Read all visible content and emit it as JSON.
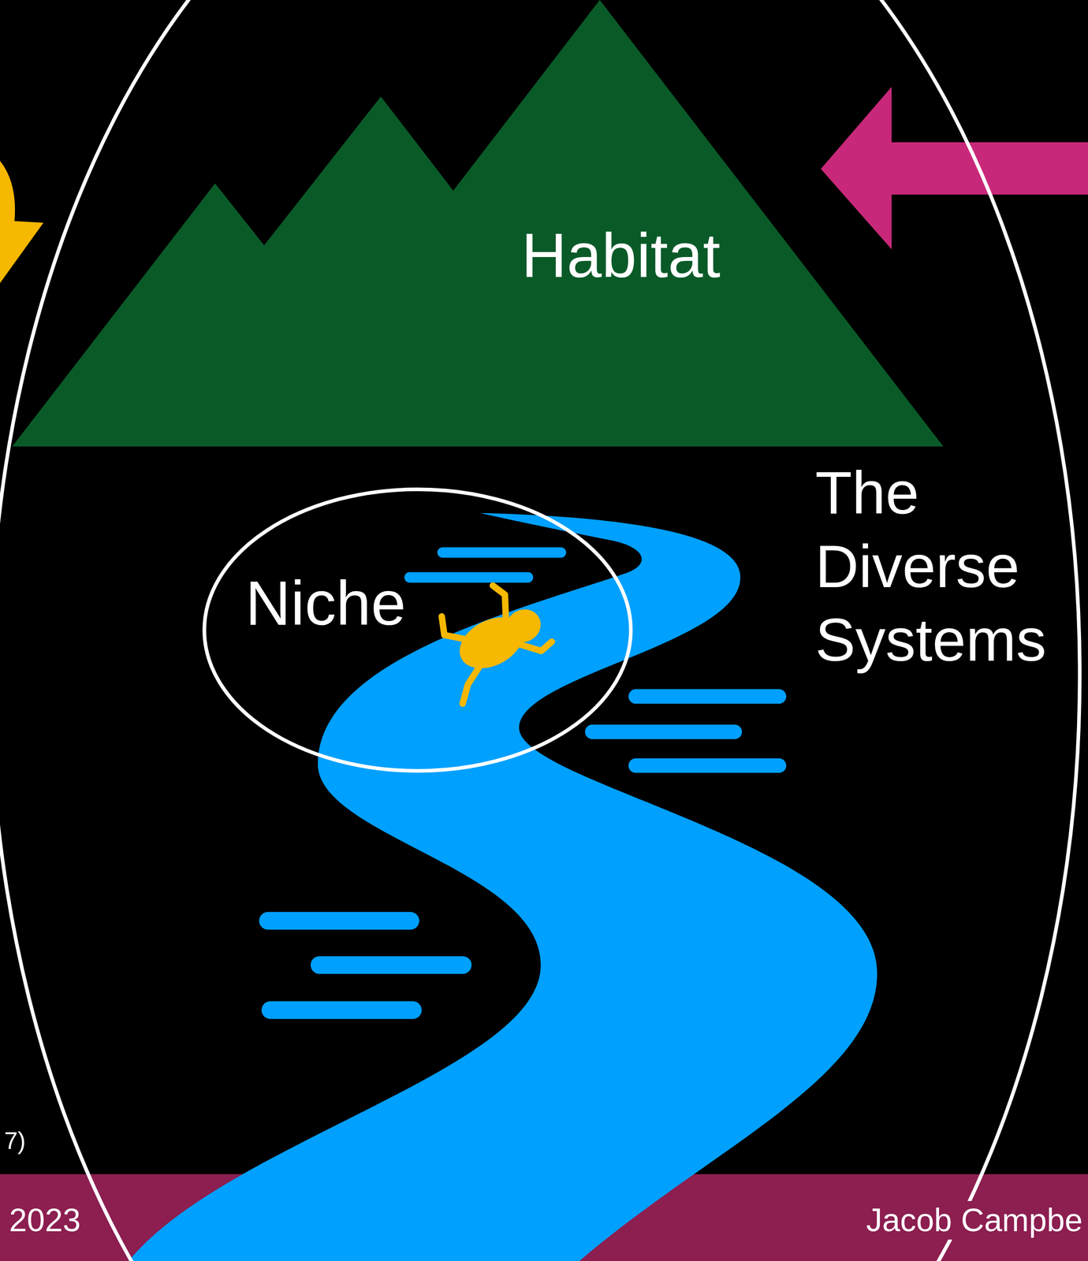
{
  "diagram": {
    "nodes": [
      {
        "text": [
          "The Diverse Systems"
        ]
      },
      {
        "text": [
          "Habitat"
        ],
        "in": 0
      },
      {
        "text": [
          "Niche"
        ],
        "in": 0
      }
    ],
    "labels": [
      "7)",
      "2023",
      "Jacob Campbe"
    ]
  }
}
